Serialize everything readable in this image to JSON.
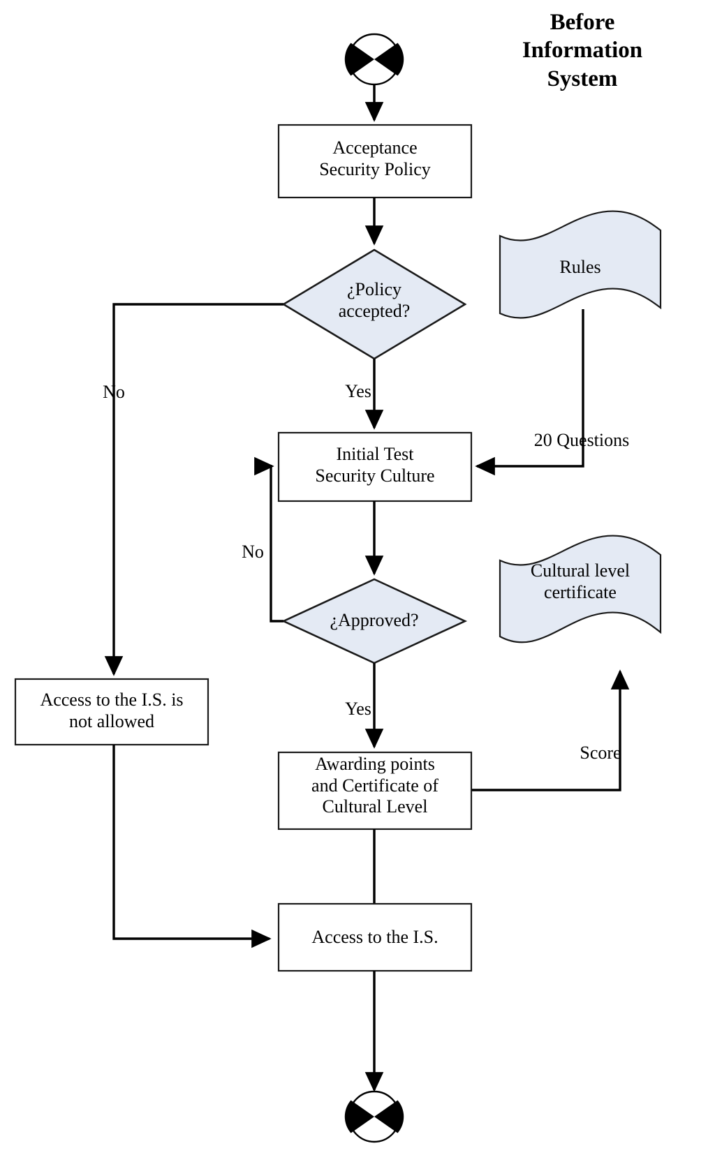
{
  "title": {
    "text": "Before\nInformation\nSystem"
  },
  "colors": {
    "shape_fill": "#e4eaf4",
    "shape_stroke": "#1a1a1a",
    "process_fill": "#ffffff",
    "line": "#000000",
    "text": "#000000",
    "background": "#ffffff"
  },
  "nodes": [
    {
      "id": "start",
      "type": "terminator-start",
      "label": ""
    },
    {
      "id": "acceptance-security-policy",
      "type": "process",
      "label": "Acceptance\nSecurity Policy"
    },
    {
      "id": "policy-accepted",
      "type": "decision",
      "label": "¿Policy\naccepted?"
    },
    {
      "id": "rules",
      "type": "document",
      "label": "Rules"
    },
    {
      "id": "initial-test-security-culture",
      "type": "process",
      "label": "Initial Test\nSecurity Culture"
    },
    {
      "id": "approved",
      "type": "decision",
      "label": "¿Approved?"
    },
    {
      "id": "cultural-level-certificate",
      "type": "document",
      "label": "Cultural level\ncertificate"
    },
    {
      "id": "access-not-allowed",
      "type": "process",
      "label": "Access to the I.S. is\nnot allowed"
    },
    {
      "id": "awarding-points",
      "type": "process",
      "label": "Awarding points\nand Certificate of\nCultural Level"
    },
    {
      "id": "access-to-is",
      "type": "process",
      "label": "Access to the I.S."
    },
    {
      "id": "end",
      "type": "terminator-end",
      "label": ""
    }
  ],
  "edge_labels": {
    "policy_no": "No",
    "policy_yes": "Yes",
    "rules_questions": "20 Questions",
    "approved_no": "No",
    "approved_yes": "Yes",
    "certificate_score": "Score"
  }
}
